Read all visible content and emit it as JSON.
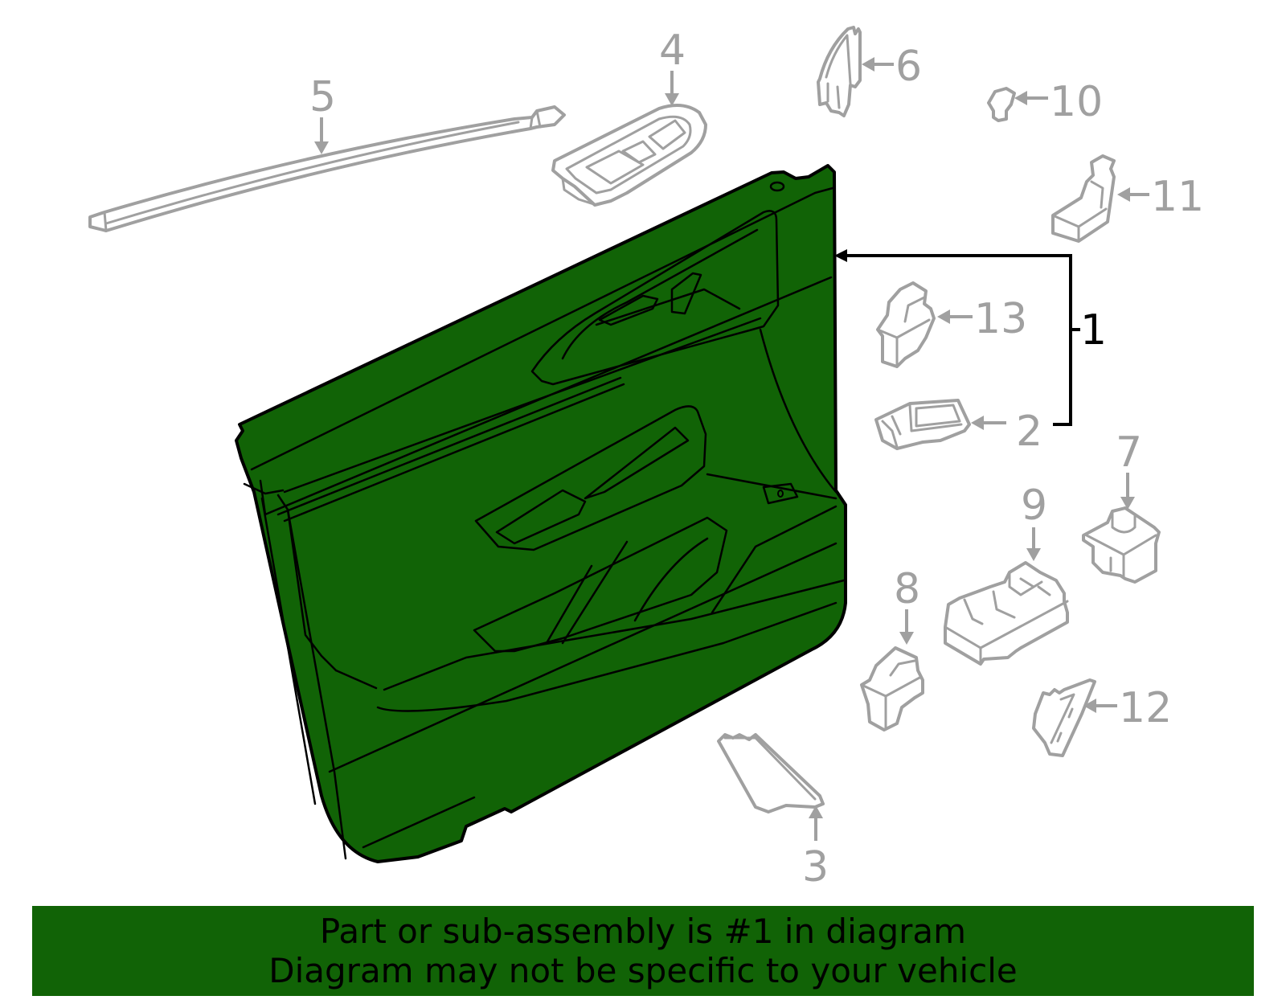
{
  "diagram": {
    "highlight_color": "#116306",
    "outline_color": "#a0a0a0",
    "primary_part": {
      "number": "1",
      "name": "door-trim-panel"
    },
    "callouts": [
      {
        "number": "1",
        "target": "door-trim-panel",
        "style": "bracket"
      },
      {
        "number": "2",
        "target": "switch-bezel"
      },
      {
        "number": "3",
        "target": "lower-trim-cover"
      },
      {
        "number": "4",
        "target": "window-switch-bezel"
      },
      {
        "number": "5",
        "target": "belt-weatherstrip"
      },
      {
        "number": "6",
        "target": "mirror-sail-cover"
      },
      {
        "number": "7",
        "target": "mirror-switch"
      },
      {
        "number": "8",
        "target": "lock-switch"
      },
      {
        "number": "9",
        "target": "master-window-switch"
      },
      {
        "number": "10",
        "target": "retainer-clip"
      },
      {
        "number": "11",
        "target": "bracket"
      },
      {
        "number": "12",
        "target": "reflector-bracket"
      },
      {
        "number": "13",
        "target": "window-switch"
      }
    ]
  },
  "banner": {
    "line1": "Part or sub-assembly is #1 in diagram",
    "line2": "Diagram may not be specific to your vehicle",
    "background": "#116306",
    "text_color": "#000000"
  }
}
